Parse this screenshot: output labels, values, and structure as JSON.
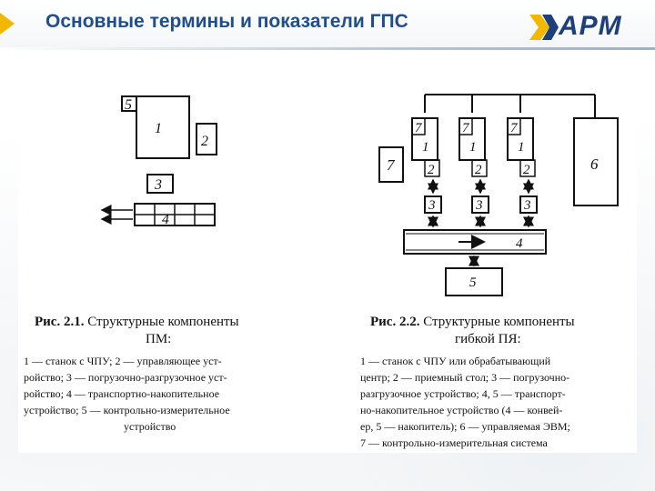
{
  "header": {
    "title": "Основные термины и показатели ГПС",
    "logo_text": "АРМ",
    "accent_color": "#f2b800",
    "title_color": "#1f4e8c",
    "logo_color": "#1d3f7a"
  },
  "fig1": {
    "labels": {
      "b5": "5",
      "b1": "1",
      "b2": "2",
      "b3": "3",
      "b4": "4"
    },
    "caption": {
      "prefix": "Рис. 2.1.",
      "title_line1": "Структурные компоненты",
      "title_line2": "ПМ:",
      "lines": [
        "1 — станок с ЧПУ; 2 — управляющее уст-",
        "ройство; 3 — погрузочно-разгрузочное уст-",
        "ройство; 4 — транспортно-накопительное",
        "устройство; 5 — контрольно-измерительное",
        "устройство"
      ]
    }
  },
  "fig2": {
    "labels": {
      "s7": "7",
      "s1": "1",
      "s2": "2",
      "s3": "3",
      "left7": "7",
      "b6": "6",
      "conveyor4": "4",
      "b5": "5"
    },
    "caption": {
      "prefix": "Рис. 2.2.",
      "title_line1": "Структурные компоненты",
      "title_line2": "гибкой ПЯ:",
      "lines": [
        "1 — станок с ЧПУ или обрабатывающий",
        "центр; 2 — приемный стол; 3 — погрузочно-",
        "разгрузочное устройство; 4, 5 — транспорт-",
        "но-накопительное устройство (4 — конвей-",
        "ер, 5 — накопитель); 6 — управляемая ЭВМ;",
        "7 — контрольно-измерительная система"
      ]
    }
  }
}
